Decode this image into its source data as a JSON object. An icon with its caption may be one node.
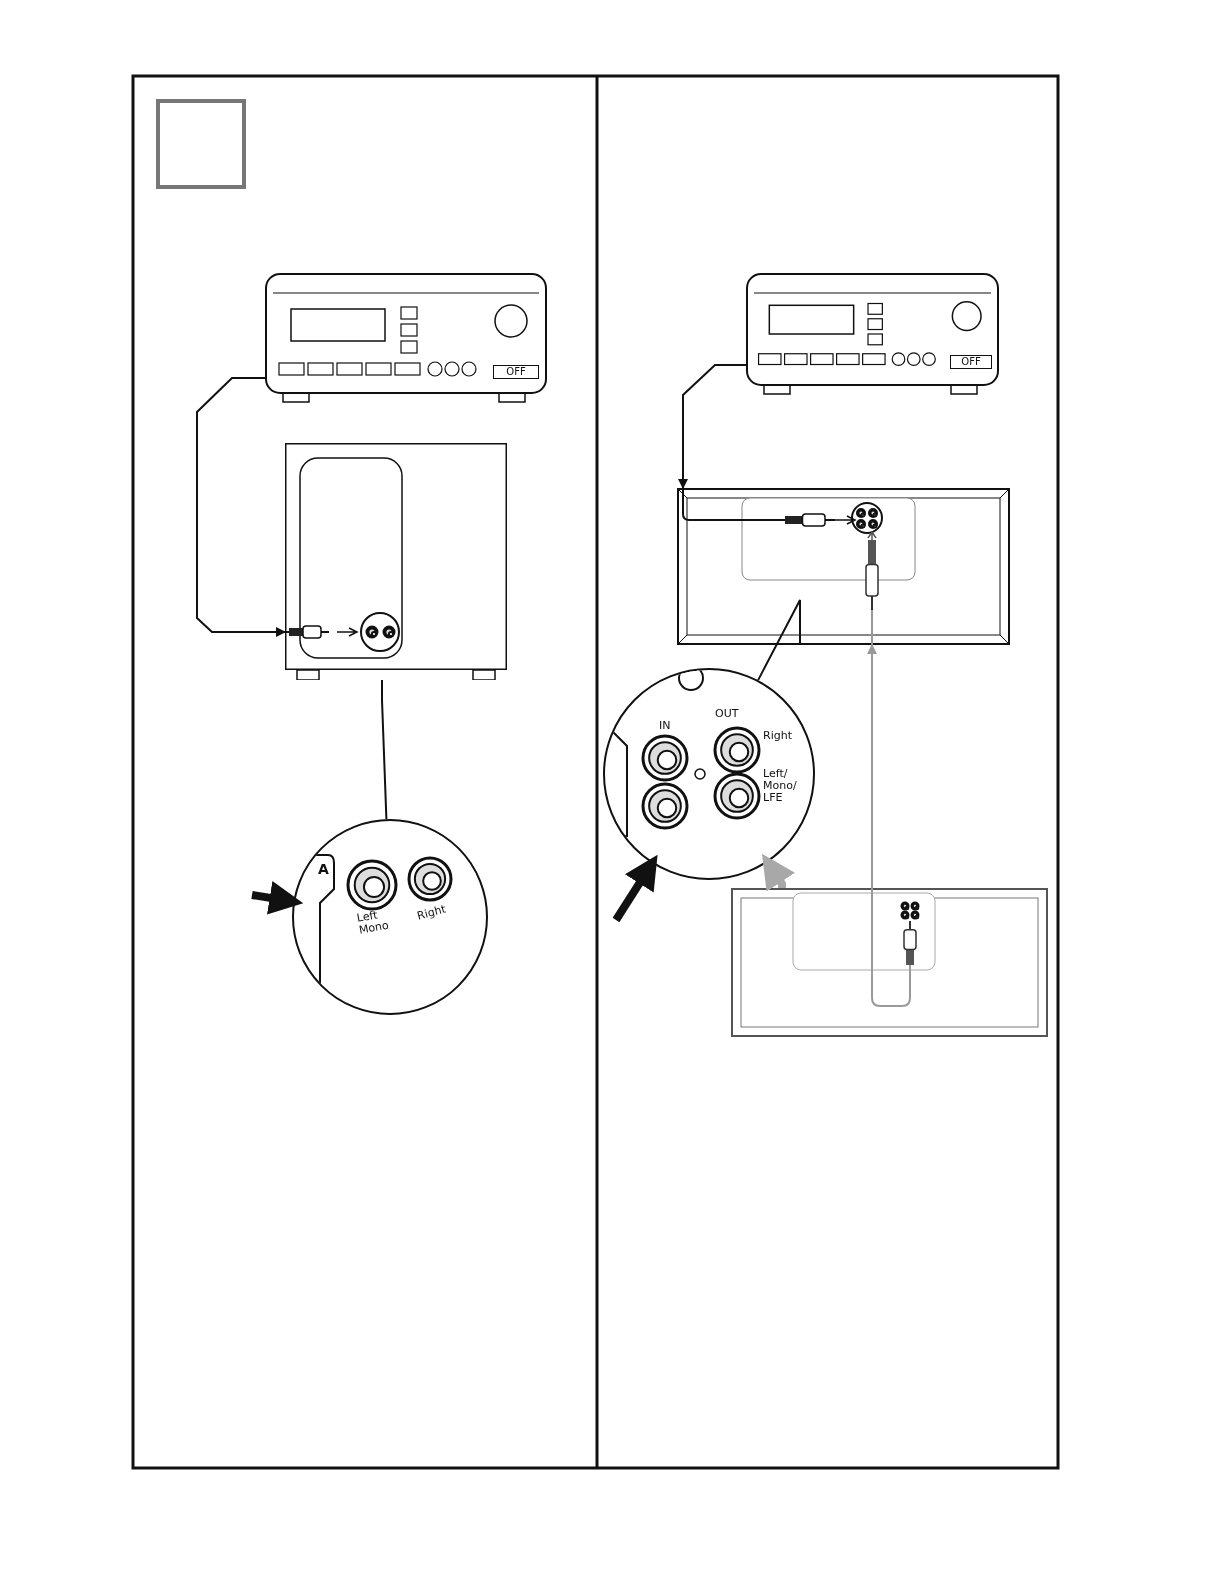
{
  "diagram": {
    "nodes": [
      {
        "text": [],
        "shape": "box"
      },
      {
        "text": [
          "OFF"
        ]
      },
      {
        "text": [],
        "shape": "box"
      },
      {
        "text": [
          "A",
          "Left Mono",
          "Right"
        ]
      },
      {
        "text": [
          "OFF"
        ]
      },
      {
        "text": [],
        "shape": "box"
      },
      {
        "text": [
          "IN",
          "OUT",
          "Right",
          "Left/ Mono/ LFE"
        ]
      },
      {
        "text": [],
        "shape": "box"
      }
    ],
    "edges": [
      {
        "from": 1,
        "to": 2,
        "arrow": "to"
      },
      {
        "from": 2,
        "to": 3,
        "arrow": "none"
      },
      {
        "from": null,
        "to": 3,
        "arrow": "to",
        "style": "thick"
      },
      {
        "from": 4,
        "to": 5,
        "arrow": "to"
      },
      {
        "from": 5,
        "to": 6,
        "arrow": "none"
      },
      {
        "from": 7,
        "to": 5,
        "arrow": "to",
        "color": "#9a9a9a"
      },
      {
        "from": 7,
        "to": 6,
        "arrow": "to",
        "style": "thick",
        "color": "#a8a8a8"
      },
      {
        "from": null,
        "to": 6,
        "arrow": "to",
        "style": "thick"
      }
    ]
  }
}
